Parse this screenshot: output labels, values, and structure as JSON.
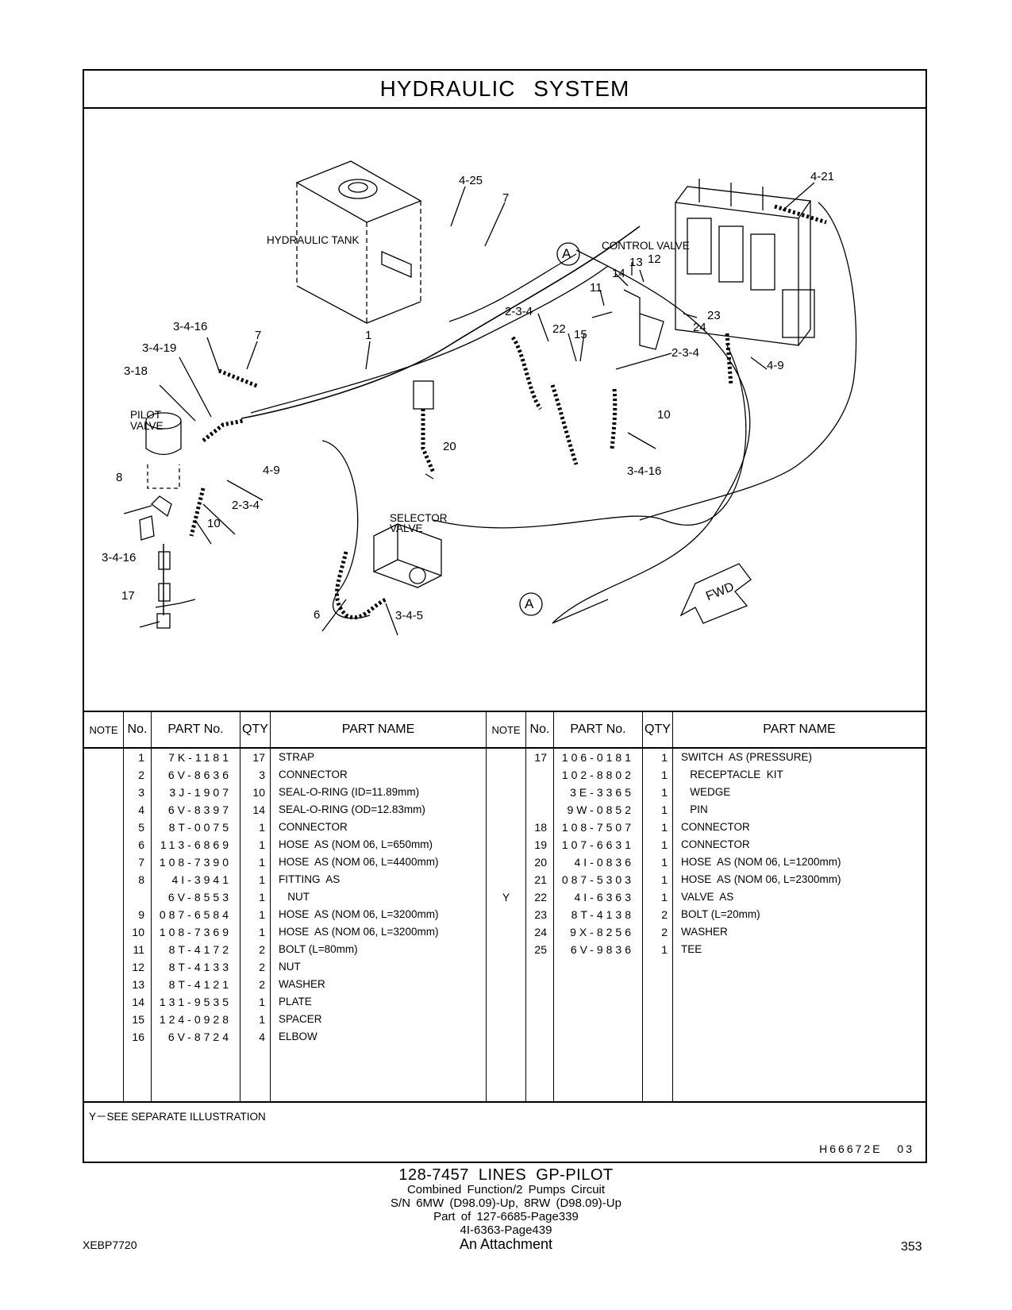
{
  "title": "HYDRAULIC   SYSTEM",
  "illustration": {
    "labels": {
      "hydraulic_tank": "HYDRAULIC  TANK",
      "control_valve": "CONTROL  VALVE",
      "pilot_valve_1": "PILOT",
      "pilot_valve_2": "VALVE",
      "selector_valve_1": "SELECTOR",
      "selector_valve_2": "VALVE",
      "fwd": "FWD",
      "a_top": "A",
      "a_bottom": "A",
      "c_4_25": "4-25",
      "c_7_top": "7",
      "c_4_21": "4-21",
      "c_13": "13",
      "c_12": "12",
      "c_14": "14",
      "c_11": "11",
      "c_2_3_4_top": "2-3-4",
      "c_22": "22",
      "c_15": "15",
      "c_23": "23",
      "c_24": "24",
      "c_2_3_4_right": "2-3-4",
      "c_4_9_right": "4-9",
      "c_3_4_16_top": "3-4-16",
      "c_3_4_19": "3-4-19",
      "c_7_left": "7",
      "c_1": "1",
      "c_3_18": "3-18",
      "c_10_right": "10",
      "c_20": "20",
      "c_4_9_left": "4-9",
      "c_3_4_16_mid": "3-4-16",
      "c_8": "8",
      "c_2_3_4_left": "2-3-4",
      "c_10_left": "10",
      "c_3_4_16_left": "3-4-16",
      "c_17": "17",
      "c_6": "6",
      "c_3_4_5": "3-4-5"
    }
  },
  "table": {
    "headers": {
      "note": "NOTE",
      "no": "No.",
      "part_no": "PART No.",
      "qty": "QTY",
      "part_name": "PART NAME"
    },
    "left_rows": [
      {
        "note": "",
        "no": "1",
        "part": "7K-1181",
        "qty": "17",
        "name": "STRAP"
      },
      {
        "note": "",
        "no": "2",
        "part": "6V-8636",
        "qty": "3",
        "name": "CONNECTOR"
      },
      {
        "note": "",
        "no": "3",
        "part": "3J-1907",
        "qty": "10",
        "name": "SEAL-O-RING (ID=11.89mm)"
      },
      {
        "note": "",
        "no": "4",
        "part": "6V-8397",
        "qty": "14",
        "name": "SEAL-O-RING (OD=12.83mm)"
      },
      {
        "note": "",
        "no": "5",
        "part": "8T-0075",
        "qty": "1",
        "name": "CONNECTOR"
      },
      {
        "note": "",
        "no": "6",
        "part": "113-6869",
        "qty": "1",
        "name": "HOSE  AS (NOM 06, L=650mm)"
      },
      {
        "note": "",
        "no": "7",
        "part": "108-7390",
        "qty": "1",
        "name": "HOSE  AS (NOM 06, L=4400mm)"
      },
      {
        "note": "",
        "no": "8",
        "part": "4I-3941",
        "qty": "1",
        "name": "FITTING  AS"
      },
      {
        "note": "",
        "no": "",
        "part": "6V-8553",
        "qty": "1",
        "name": "   NUT"
      },
      {
        "note": "",
        "no": "9",
        "part": "087-6584",
        "qty": "1",
        "name": "HOSE  AS (NOM 06, L=3200mm)"
      },
      {
        "note": "",
        "no": "10",
        "part": "108-7369",
        "qty": "1",
        "name": "HOSE  AS (NOM 06, L=3200mm)"
      },
      {
        "note": "",
        "no": "11",
        "part": "8T-4172",
        "qty": "2",
        "name": "BOLT (L=80mm)"
      },
      {
        "note": "",
        "no": "12",
        "part": "8T-4133",
        "qty": "2",
        "name": "NUT"
      },
      {
        "note": "",
        "no": "13",
        "part": "8T-4121",
        "qty": "2",
        "name": "WASHER"
      },
      {
        "note": "",
        "no": "14",
        "part": "131-9535",
        "qty": "1",
        "name": "PLATE"
      },
      {
        "note": "",
        "no": "15",
        "part": "124-0928",
        "qty": "1",
        "name": "SPACER"
      },
      {
        "note": "",
        "no": "16",
        "part": "6V-8724",
        "qty": "4",
        "name": "ELBOW"
      }
    ],
    "right_rows": [
      {
        "note": "",
        "no": "17",
        "part": "106-0181",
        "qty": "1",
        "name": "SWITCH  AS (PRESSURE)"
      },
      {
        "note": "",
        "no": "",
        "part": "102-8802",
        "qty": "1",
        "name": "   RECEPTACLE  KIT"
      },
      {
        "note": "",
        "no": "",
        "part": "3E-3365",
        "qty": "1",
        "name": "   WEDGE"
      },
      {
        "note": "",
        "no": "",
        "part": "9W-0852",
        "qty": "1",
        "name": "   PIN"
      },
      {
        "note": "",
        "no": "18",
        "part": "108-7507",
        "qty": "1",
        "name": "CONNECTOR"
      },
      {
        "note": "",
        "no": "19",
        "part": "107-6631",
        "qty": "1",
        "name": "CONNECTOR"
      },
      {
        "note": "",
        "no": "20",
        "part": "4I-0836",
        "qty": "1",
        "name": "HOSE  AS (NOM 06, L=1200mm)"
      },
      {
        "note": "",
        "no": "21",
        "part": "087-5303",
        "qty": "1",
        "name": "HOSE  AS (NOM 06, L=2300mm)"
      },
      {
        "note": "Y",
        "no": "22",
        "part": "4I-6363",
        "qty": "1",
        "name": "VALVE  AS"
      },
      {
        "note": "",
        "no": "23",
        "part": "8T-4138",
        "qty": "2",
        "name": "BOLT (L=20mm)"
      },
      {
        "note": "",
        "no": "24",
        "part": "9X-8256",
        "qty": "2",
        "name": "WASHER"
      },
      {
        "note": "",
        "no": "25",
        "part": "6V-9836",
        "qty": "1",
        "name": "TEE"
      }
    ]
  },
  "footer_note": "Y－SEE  SEPARATE  ILLUSTRATION",
  "illustration_code": "H66672E   03",
  "caption": {
    "main": "128-7457  LINES  GP-PILOT",
    "line2": "Combined  Function/2  Pumps  Circuit",
    "line3": "S/N 6MW (D98.09)-Up, 8RW (D98.09)-Up",
    "line4": "Part of 127-6685-Page339",
    "line5": "4I-6363-Page439",
    "line6": "An Attachment"
  },
  "doc_id": "XEBP7720",
  "page_number": "353"
}
